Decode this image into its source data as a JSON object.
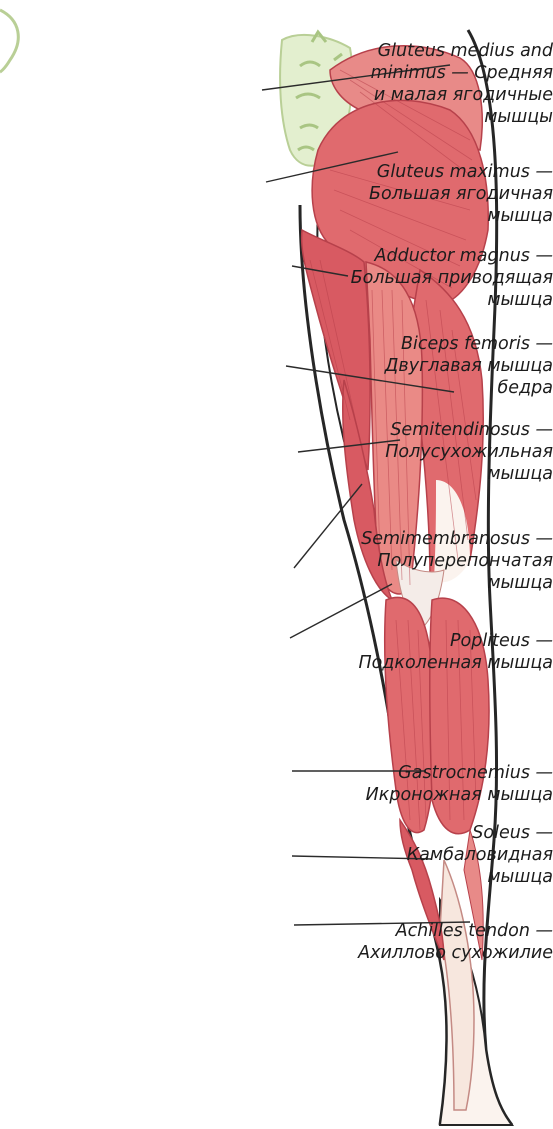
{
  "colors": {
    "muscle": "#e06a6e",
    "muscle_dark": "#c4434d",
    "muscle_light": "#f2a8a2",
    "tendon": "#fbf3ee",
    "bone": "#e3efcf",
    "outline": "#262626",
    "leader": "#2b2b2b"
  },
  "labels": {
    "gluteus_medius": {
      "latin": "Gluteus medius and",
      "line2": "minimus — Средняя",
      "line3": "и малая ягодичные",
      "line4": "мышцы"
    },
    "gluteus_maximus": {
      "latin": "Gluteus maximus —",
      "line2": "Большая ягодичная",
      "line3": "мышца"
    },
    "adductor_magnus": {
      "latin": "Adductor magnus —",
      "line2": "Большая приводящая",
      "line3": "мышца"
    },
    "biceps_femoris": {
      "latin": "Biceps femoris —",
      "line2": "Двуглавая мышца",
      "line3": "бедра"
    },
    "semitendinosus": {
      "latin": "Semitendinosus —",
      "line2": "Полусухожильная",
      "line3": "мышца"
    },
    "semimembranosus": {
      "latin": "Semimembranosus —",
      "line2": "Полуперепончатая",
      "line3": "мышца"
    },
    "popliteus": {
      "latin": "Popliteus —",
      "line2": "Подколенная мышца"
    },
    "gastrocnemius": {
      "latin": "Gastrocnemius —",
      "line2": "Икроножная мышца"
    },
    "soleus": {
      "latin": "Soleus —",
      "line2": "Камбаловидная",
      "line3": "мышца"
    },
    "achilles_tendon": {
      "latin": "Achilles tendon —",
      "line2": "Ахиллово сухожилие"
    }
  }
}
